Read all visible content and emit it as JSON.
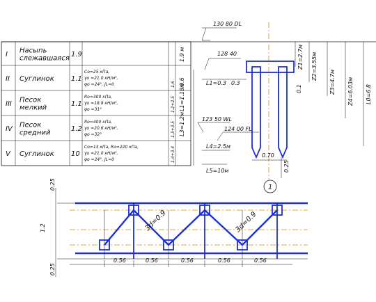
{
  "layers": [
    {
      "num": "I",
      "name": [
        "Насыпь",
        "слежавшаяся"
      ],
      "rho": "1.9",
      "props": [],
      "depth_side": "",
      "thickness": "1.9 м"
    },
    {
      "num": "II",
      "name": [
        "Суглинок"
      ],
      "rho": "1.1",
      "props": [
        "Co=25 кПа,",
        "γo =21.0 кН/м³,",
        "φo =24°, JL=0"
      ],
      "depth_side": "1.6",
      "thickness": "0.6"
    },
    {
      "num": "III",
      "name": [
        "Песок",
        "мелкий"
      ],
      "rho": "1.1",
      "props": [
        "Ro=300 кПа,",
        "γo =18.9 кН/м³,",
        "φo =31°"
      ],
      "depth_side": "1.2+2.5",
      "thickness": "L1=1.18м"
    },
    {
      "num": "IV",
      "name": [
        "Песок",
        "средний"
      ],
      "rho": "1.2",
      "props": [
        "Ro=400 кПа,",
        "γo =20.6 кН/м³,",
        "φo =32°"
      ],
      "depth_side": "1.3+3.5",
      "thickness": "L3=1.2м"
    },
    {
      "num": "V",
      "name": [
        "Суглинок"
      ],
      "rho": "10",
      "props": [
        "Co=13 кПа, Ro=220 кПа,",
        "γo =21.0 кН/м³,",
        "φo =24°, JL=0"
      ],
      "depth_side": "1.4+3.4",
      "thickness": ""
    }
  ],
  "elevations": {
    "top": "130 80 DL",
    "grillage": "128 40",
    "water": "123 50 WL",
    "pile_tip": "124 00 FL"
  },
  "lengths": {
    "l1": "L1=0.3",
    "l1_right": "0.3",
    "l4": "L4=2.5м",
    "l5": "L5=10м",
    "pile_width": "0.70",
    "grillage_h": "0.1",
    "bottom_off": "0.25"
  },
  "vertical_dims": [
    "Z1=2.7м",
    "Z2=3.55м",
    "Z3=4.7м",
    "Z4=6.03м",
    "L0=6.8"
  ],
  "callout": "1",
  "plan": {
    "dims_bottom": [
      "0.56",
      "0.56",
      "0.56",
      "0.56",
      "0.56"
    ],
    "left_dims": [
      "0.25",
      "1.2",
      "0.25"
    ],
    "diag_labels": [
      "3d=0.9",
      "3d=0.9"
    ]
  }
}
